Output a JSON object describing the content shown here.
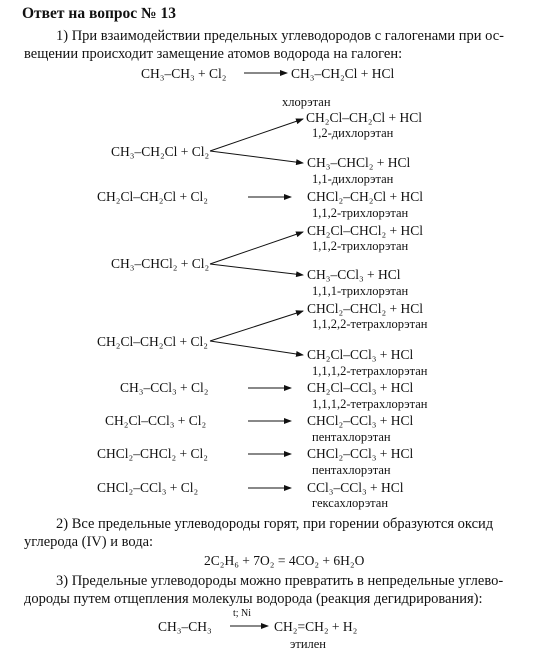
{
  "title": "Ответ на вопрос № 13",
  "section1": {
    "line1": "1) При взаимодействии предельных углеводородов с галогенами при ос-",
    "line2": "вещении происходит замещение атомов водорода на галоген:"
  },
  "reactions": [
    {
      "left": "CH₃–CH₃ + Cl₂",
      "products": [
        {
          "formula": "CH₃–CH₂Cl + HCl",
          "name": "хлорэтан"
        }
      ]
    },
    {
      "left": "CH₃–CH₂Cl + Cl₂",
      "products": [
        {
          "formula": "CH₂Cl–CH₂Cl + HCl",
          "name": "1,2-дихлорэтан"
        },
        {
          "formula": "CH₃–CHCl₂ + HCl",
          "name": "1,1-дихлорэтан"
        }
      ]
    },
    {
      "left": "CH₂Cl–CH₂Cl + Cl₂",
      "products": [
        {
          "formula": "CHCl₂–CH₂Cl + HCl",
          "name": "1,1,2-трихлорэтан"
        }
      ]
    },
    {
      "left": "CH₃–CHCl₂ + Cl₂",
      "products": [
        {
          "formula": "CH₂Cl–CHCl₂ + HCl",
          "name": "1,1,2-трихлорэтан"
        },
        {
          "formula": "CH₃–CCl₃ + HCl",
          "name": "1,1,1-трихлорэтан"
        }
      ]
    },
    {
      "left": "CH₂Cl–CH₂Cl + Cl₂",
      "products": [
        {
          "formula": "CHCl₂–CHCl₂ + HCl",
          "name": "1,1,2,2-тетрахлорэтан"
        },
        {
          "formula": "CH₂Cl–CCl₃ + HCl",
          "name": "1,1,1,2-тетрахлорэтан"
        }
      ]
    },
    {
      "left": "CH₃–CCl₃ + Cl₂",
      "products": [
        {
          "formula": "CH₂Cl–CCl₃ + HCl",
          "name": "1,1,1,2-тетрахлорэтан"
        }
      ]
    },
    {
      "left": "CH₂Cl–CCl₃ + Cl₂",
      "products": [
        {
          "formula": "CHCl₂–CCl₃ + HCl",
          "name": "пентахлорэтан"
        }
      ]
    },
    {
      "left": "CHCl₂–CHCl₂ + Cl₂",
      "products": [
        {
          "formula": "CHCl₂–CCl₃ + HCl",
          "name": "пентахлорэтан"
        }
      ]
    },
    {
      "left": "CHCl₂–CCl₃ + Cl₂",
      "products": [
        {
          "formula": "CCl₃–CCl₃ + HCl",
          "name": "гексахлорэтан"
        }
      ]
    }
  ],
  "section2": {
    "line1": "2) Все предельные углеводороды горят, при горении образуются оксид",
    "line2": "углерода (IV) и вода:",
    "equation": "2C₂H₆ + 7O₂ = 4CO₂ + 6H₂O"
  },
  "section3": {
    "line1": "3) Предельные углеводороды можно превратить в непредельные углево-",
    "line2": "дороды путем отщепления молекулы водорода (реакция дегидрирования):",
    "left": "CH₃–CH₃",
    "condition": "t; Ni",
    "product": "CH₂=CH₂ + H₂",
    "product_name": "этилен"
  }
}
